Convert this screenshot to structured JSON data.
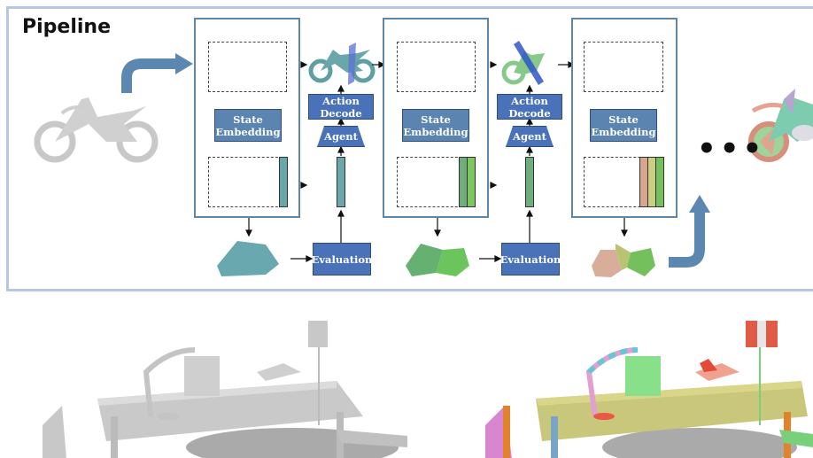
{
  "title": "Pipeline",
  "stages": [
    {
      "state_embedding": "State Embedding",
      "color": "#6aa7ab",
      "bars": [
        "#6aa7ab"
      ]
    },
    {
      "state_embedding": "State Embedding",
      "color": "#7cc47a",
      "bars": [
        "#6fae7c",
        "#7cc85f"
      ]
    },
    {
      "state_embedding": "State Embedding",
      "color": "#d9a58e",
      "bars": [
        "#d9a58e",
        "#c9cf83",
        "#74c05c"
      ]
    }
  ],
  "actions": [
    {
      "action_decode": "Action Decode",
      "agent": "Agent",
      "evaluation": "Evaluation",
      "bar_color": "#6aa7ab"
    },
    {
      "action_decode": "Action Decode",
      "agent": "Agent",
      "evaluation": "Evaluation",
      "bar_color": "#6fae7c"
    }
  ],
  "ellipsis": "•••",
  "colors": {
    "frame": "#b4c7e7",
    "stage_border": "#5d87a8",
    "block": "#5b84b1",
    "arrow": "#5b87b0"
  },
  "scenes": [
    {
      "name": "input-scene",
      "style": "gray"
    },
    {
      "name": "decomposed-scene",
      "style": "colored"
    }
  ]
}
